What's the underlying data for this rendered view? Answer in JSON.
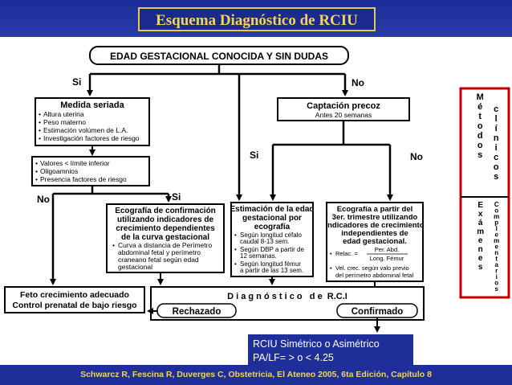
{
  "title": "Esquema Diagnóstico de RCIU",
  "footer": "Schwarcz R, Fescina R, Duverges C, Obstetricia, El Ateneo 2005, 6ta Edición, Capítulo 8",
  "top_box": "EDAD GESTACIONAL CONOCIDA Y SIN DUDAS",
  "branch_si": "Si",
  "branch_no": "No",
  "medida": {
    "title": "Medida seriada",
    "items": [
      "Altura uterina",
      "Peso materno",
      "Estimación volúmen de L.A.",
      "Investigación factores de riesgo"
    ]
  },
  "valores": {
    "items": [
      "Valores < límite inferior",
      "Oligoamnios",
      "Presencia factores de riesgo"
    ]
  },
  "captacion": {
    "title": "Captación precoz",
    "subtitle": "Antes 20 semanas"
  },
  "branch_no2": "No",
  "branch_si2": "Si",
  "branch_si3": "Si",
  "branch_no3": "No",
  "ecografia_confirmacion": {
    "title_lines": [
      "Ecografía de confirmación",
      "utilizando indicadores de",
      "crecimiento dependientes",
      "de la curva gestacional"
    ],
    "bullet_lines": [
      "Curva a distancia de Perímetro",
      "abdominal fetal y perímetro",
      "craneano fetal según edad",
      "gestacional"
    ]
  },
  "estimacion": {
    "title_lines": [
      "Estimación de la edad",
      "gestacional por",
      "ecografía"
    ],
    "bullet_lines": [
      [
        "Según longitud céfalo",
        "caudal 8-13 sem."
      ],
      [
        "Según DBP a partir de",
        "12 semanas."
      ],
      [
        "Según longitud fémur",
        "a partir de las 13 sem."
      ]
    ]
  },
  "ecografia_3er": {
    "title_lines": [
      "Ecografía a partir del",
      "3er. trimestre utilizando",
      "indicadores de crecimiento",
      "independientes de",
      "edad gestacional."
    ],
    "relac": "Relac. =",
    "fraction_num": "Per. Abd.",
    "fraction_den": "Long. Fémur",
    "vel_lines": [
      "Vel. crec. según valo previo",
      "del perímetro abdominal fetal"
    ]
  },
  "feto": {
    "lines": [
      "Feto crecimiento adecuado",
      "Control prenatal de bajo riesgo"
    ]
  },
  "diagnostico": "D i a g n ó s t i c o   d e  R.C.I",
  "rechazado": "Rechazado",
  "confirmado": "Confirmado",
  "metodos_clinicos": {
    "left": "Métodos",
    "right": "clínicos"
  },
  "examenes_complementarios": {
    "left": "Exámenes",
    "right": "Complementarios"
  },
  "callout": {
    "line1": "RCIU Simétrico o Asimétrico",
    "line2": "PA/LF=  > o < 4.25"
  },
  "colors": {
    "background": "#1f2f9a",
    "title": "#f3d35a",
    "accent_red": "#c00000"
  }
}
